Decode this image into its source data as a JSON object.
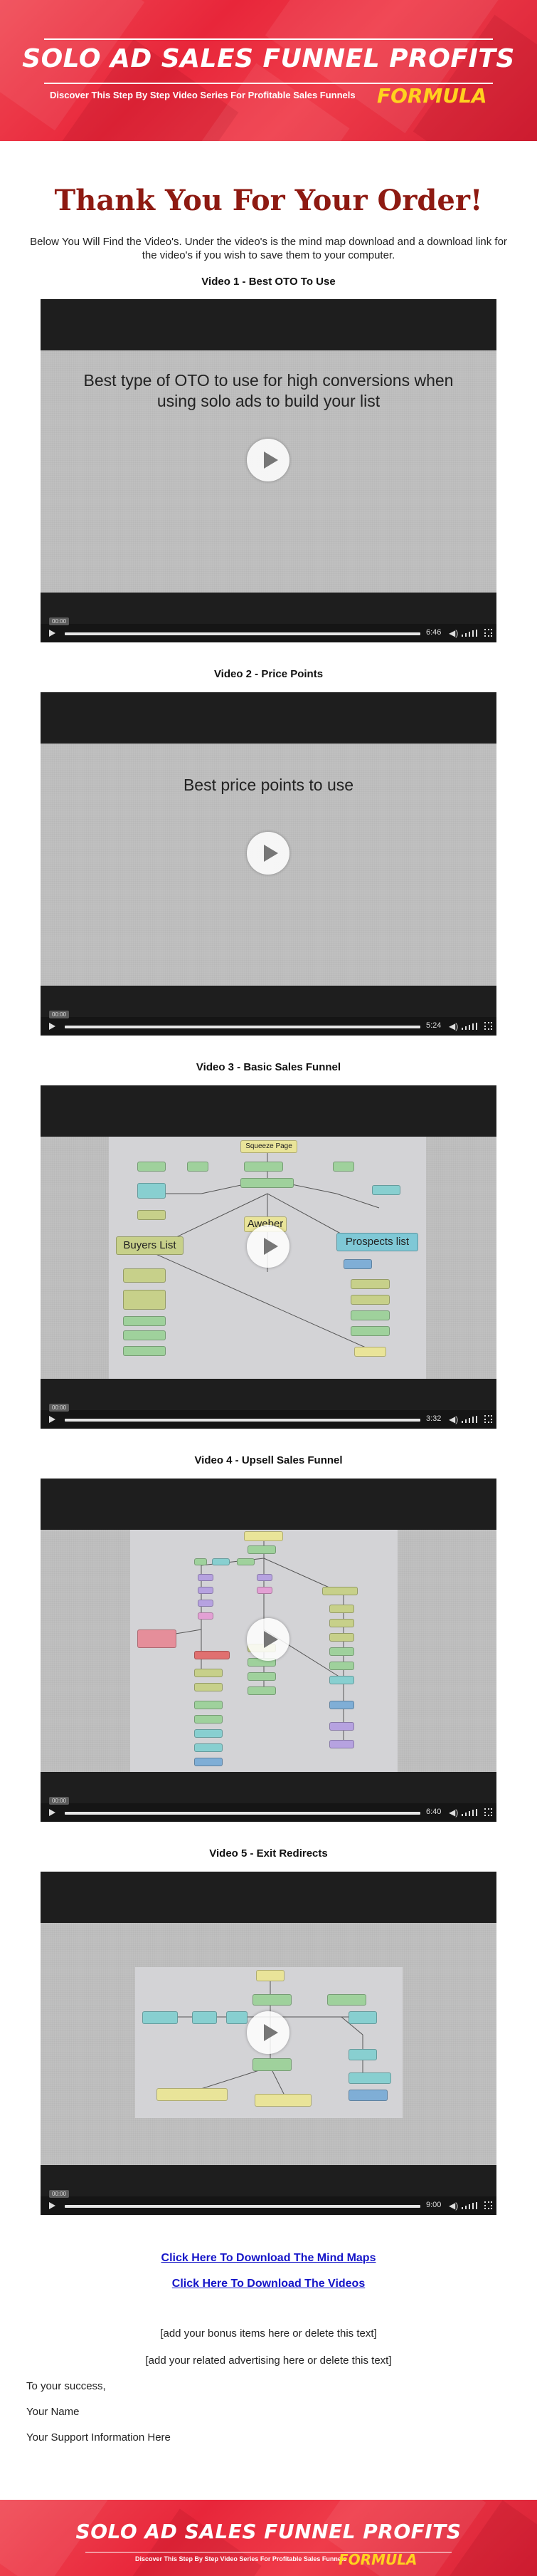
{
  "header": {
    "title": "SOLO AD SALES FUNNEL PROFITS",
    "subtitle": "Discover This Step By Step Video Series For Profitable Sales Funnels",
    "formula": "FORMULA"
  },
  "thanks_heading": "Thank You For Your Order!",
  "intro_text": "Below You Will Find the Video's. Under the video's is the mind map download and a download link for the video's if you wish to save them to your computer.",
  "videos": [
    {
      "label": "Video 1 - Best OTO To Use",
      "screen_text": "Best type of OTO to use for high conversions when using solo ads to build your list",
      "duration": "6:46",
      "badge": "00:00"
    },
    {
      "label": "Video 2 - Price Points",
      "screen_text": "Best price points to use",
      "duration": "5:24",
      "badge": "00:00"
    },
    {
      "label": "Video 3 - Basic Sales Funnel",
      "screen_text": "",
      "duration": "3:32",
      "badge": "00:00",
      "mindmap_labels": {
        "squeeze": "Squeeze Page",
        "aweber": "Aweber",
        "buyers": "Buyers List",
        "prospects": "Prospects list"
      }
    },
    {
      "label": "Video 4 - Upsell Sales Funnel",
      "screen_text": "",
      "duration": "6:40",
      "badge": "00:00"
    },
    {
      "label": "Video 5 - Exit Redirects",
      "screen_text": "",
      "duration": "9:00",
      "badge": "00:00"
    }
  ],
  "links": {
    "mind_maps": "Click Here To Download The Mind Maps",
    "videos": "Click Here To Download The Videos"
  },
  "bonus_text": "[add your bonus items here or delete this text]",
  "advertising_text": "[add your related advertising here or delete this text]",
  "signoff": {
    "line1": "To your success,",
    "line2": "Your Name",
    "line3": "Your Support Information Here"
  },
  "colors": {
    "banner_red": "#e8263a",
    "formula_yellow": "#ffd21f",
    "heading_red": "#8e1a12",
    "link_blue": "#1515c8"
  }
}
